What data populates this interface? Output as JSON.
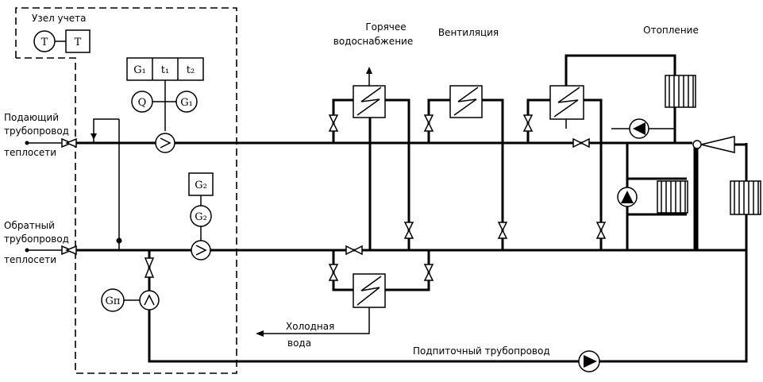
{
  "labels": {
    "meter_unit": "Узел учета",
    "supply_pipe": [
      "Подающий",
      "трубопровод",
      "теплосети"
    ],
    "return_pipe": [
      "Обратный",
      "трубопровод",
      "теплосети"
    ],
    "hot_water": [
      "Горячее",
      "водоснабжение"
    ],
    "ventilation": "Вентиляция",
    "heating": "Отопление",
    "cold_water": [
      "Холодная",
      "вода"
    ],
    "makeup_pipe": "Подпиточный трубопровод"
  },
  "instruments": {
    "t_circle": "T",
    "t_box": "T",
    "g1_box": "G₁",
    "t1_box": "t₁",
    "t2_box": "t₂",
    "q_circle": "Q",
    "g1_circle": "G₁",
    "g2_box": "G₂",
    "g2_circle": "G₂",
    "gp_circle": "Gп"
  }
}
